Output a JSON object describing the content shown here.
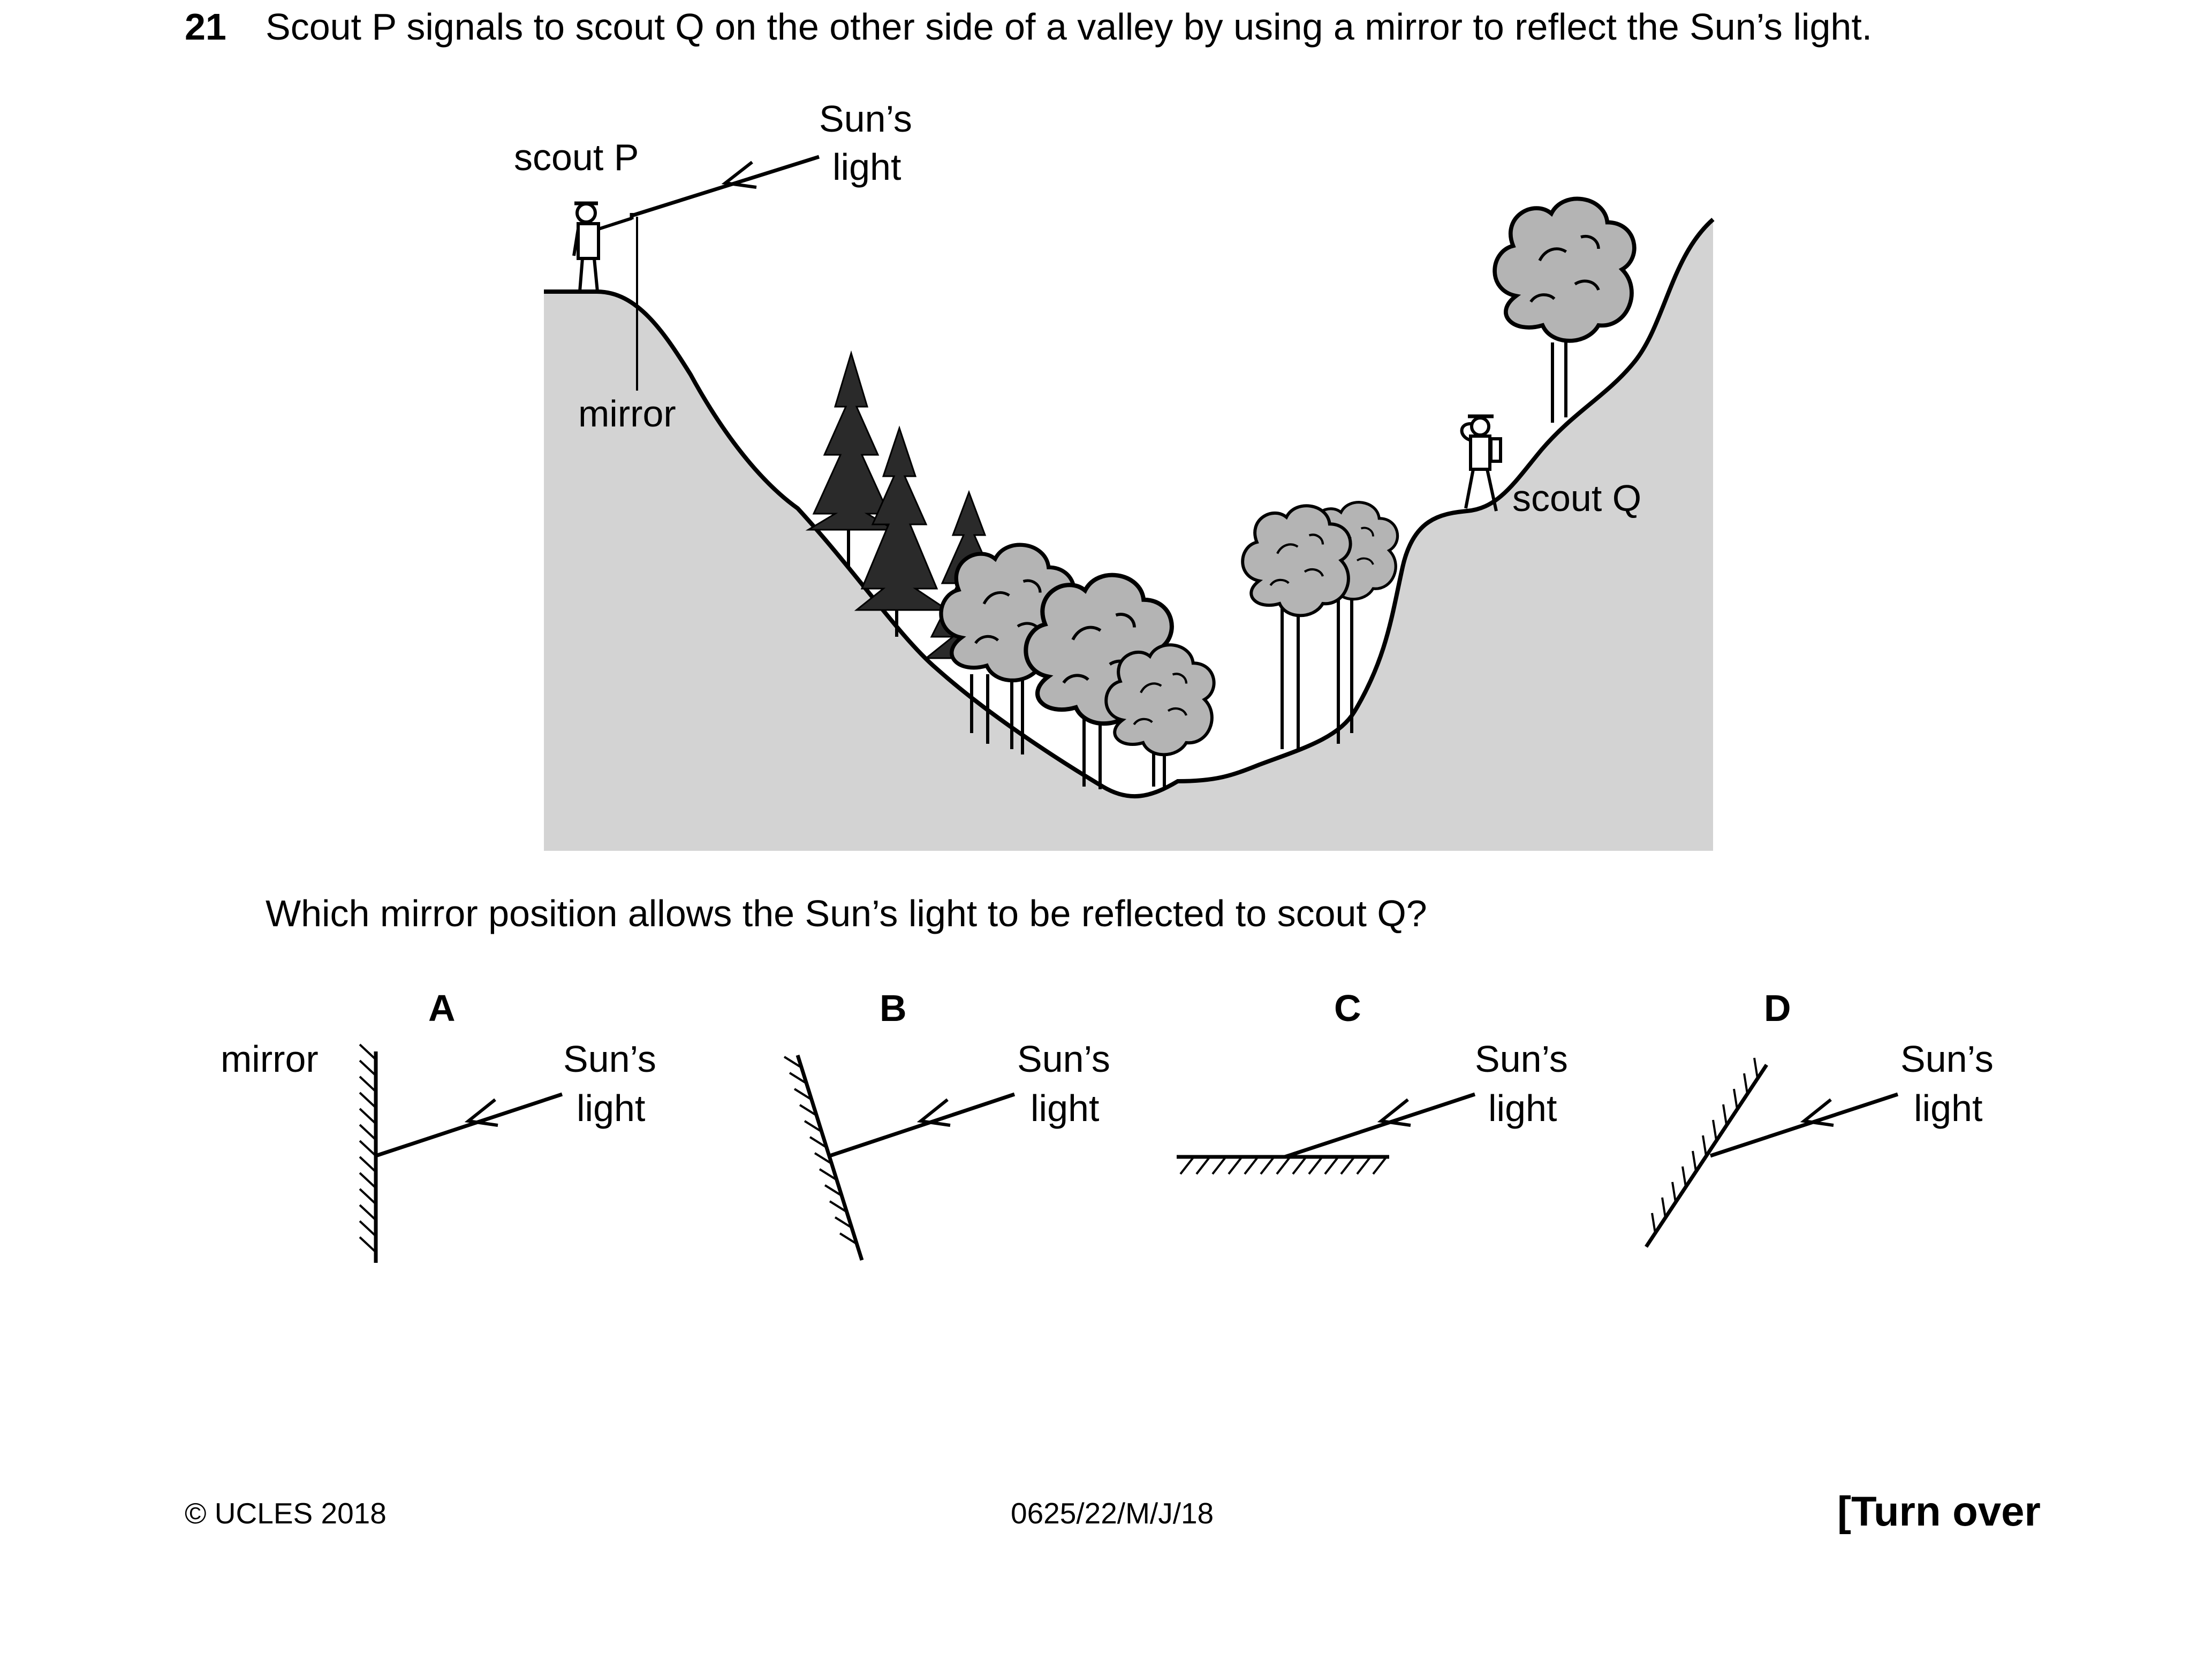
{
  "question": {
    "number": "21",
    "text": "Scout P signals to scout Q on the other side of a valley by using a mirror to reflect the Sun’s light.",
    "ask": "Which mirror position allows the Sun’s light to be reflected to scout Q?"
  },
  "figure": {
    "scout_p": "scout P",
    "scout_q": "scout Q",
    "sun_line1": "Sun’s",
    "sun_line2": "light",
    "mirror": "mirror"
  },
  "options": [
    {
      "letter": "A",
      "sun_line1": "Sun’s",
      "sun_line2": "light",
      "mirror": "mirror"
    },
    {
      "letter": "B",
      "sun_line1": "Sun’s",
      "sun_line2": "light"
    },
    {
      "letter": "C",
      "sun_line1": "Sun’s",
      "sun_line2": "light"
    },
    {
      "letter": "D",
      "sun_line1": "Sun’s",
      "sun_line2": "light"
    }
  ],
  "footer": {
    "copyright": "© UCLES 2018",
    "code": "0625/22/M/J/18",
    "turn": "[Turn over"
  },
  "colors": {
    "ground": "#d3d3d3",
    "tree_gray": "#b4b4b4",
    "pine": "#2a2a2a",
    "ink": "#000000"
  }
}
